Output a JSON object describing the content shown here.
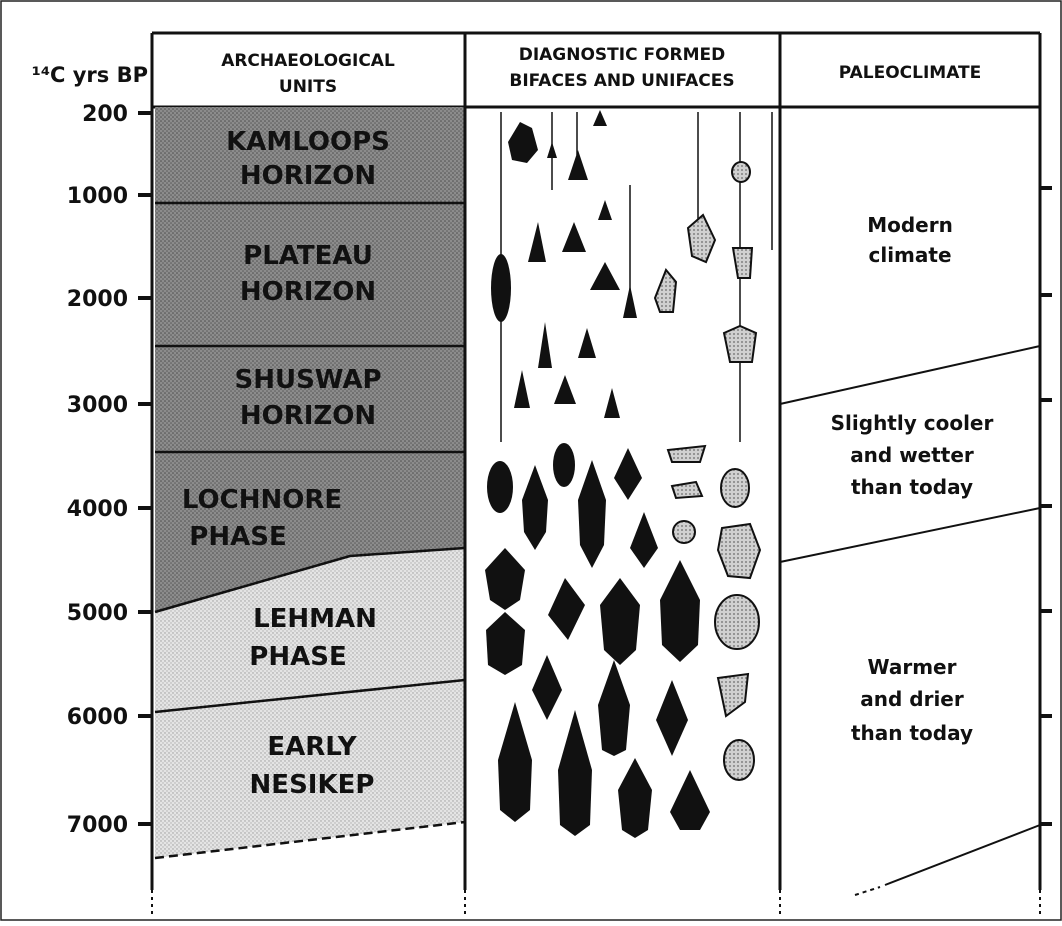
{
  "header": {
    "axis_label": "¹⁴C yrs BP",
    "archaeological_units": [
      "ARCHAEOLOGICAL",
      "UNITS"
    ],
    "diagnostic": [
      "DIAGNOSTIC FORMED",
      "BIFACES AND UNIFACES"
    ],
    "paleoclimate": "PALEOCLIMATE"
  },
  "time_axis": {
    "labels": [
      "200",
      "1000",
      "2000",
      "3000",
      "4000",
      "5000",
      "6000",
      "7000"
    ]
  },
  "units": {
    "kamloops": [
      "KAMLOOPS",
      "HORIZON"
    ],
    "plateau": [
      "PLATEAU",
      "HORIZON"
    ],
    "shuswap": [
      "SHUSWAP",
      "HORIZON"
    ],
    "lochnore": [
      "LOCHNORE",
      "PHASE"
    ],
    "lehman": [
      "LEHMAN",
      "PHASE"
    ],
    "early_nesikep": [
      "EARLY",
      "NESIKEP"
    ]
  },
  "paleoclimate": {
    "modern": [
      "Modern",
      "climate"
    ],
    "cooler": [
      "Slightly cooler",
      "and wetter",
      "than today"
    ],
    "warmer": [
      "Warmer",
      "and drier",
      "than today"
    ]
  },
  "colors": {
    "ink": "#111111",
    "horizon_fill": "#8c8c8c",
    "phase_fill": "#dadada",
    "uniface_fill": "#c4c4c4"
  }
}
